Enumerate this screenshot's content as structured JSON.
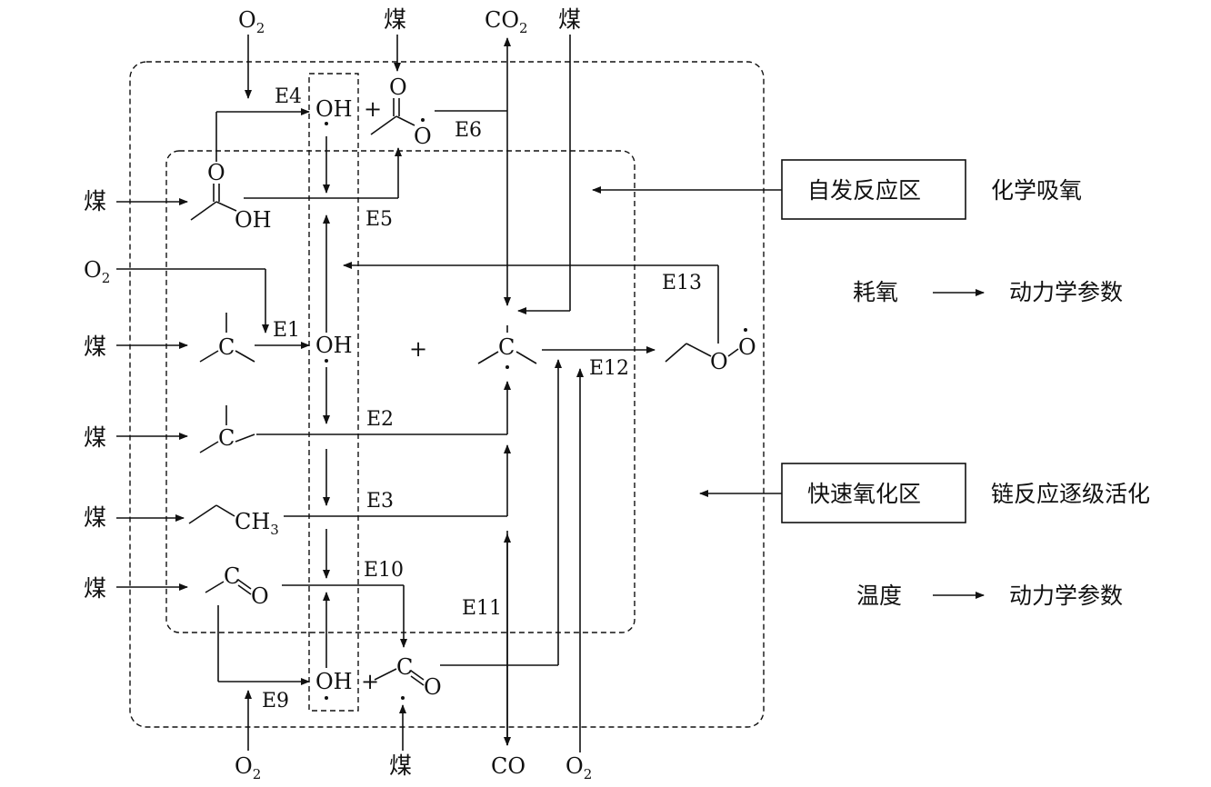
{
  "labels": {
    "coal": "煤",
    "o2_O": "O",
    "o2_sub": "2",
    "co2_C": "CO",
    "co2_sub": "2",
    "co": "CO",
    "oh": "OH",
    "ch3_CH": "CH",
    "ch3_sub": "3",
    "c": "C",
    "o": "O",
    "plus": "+"
  },
  "edges": {
    "e1": "E1",
    "e2": "E2",
    "e3": "E3",
    "e4": "E4",
    "e5": "E5",
    "e6": "E6",
    "e9": "E9",
    "e10": "E10",
    "e11": "E11",
    "e12": "E12",
    "e13": "E13"
  },
  "zones": {
    "spontaneous": "自发反应区",
    "fast_oxidation": "快速氧化区"
  },
  "notes": {
    "chemical_absorption": "化学吸氧",
    "oxygen_consumption": "耗氧",
    "kinetic_params_1": "动力学参数",
    "chain_activation": "链反应逐级活化",
    "temperature": "温度",
    "kinetic_params_2": "动力学参数"
  },
  "colors": {
    "ink": "#111111",
    "background": "#ffffff"
  }
}
